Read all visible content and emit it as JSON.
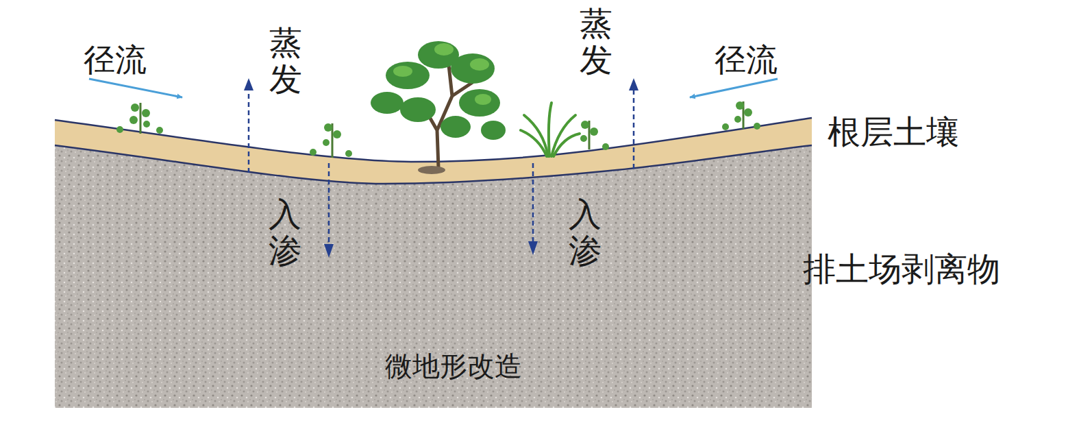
{
  "diagram": {
    "labels": [
      "径流",
      "蒸发",
      "蒸发",
      "径流",
      "根层土壤",
      "入渗",
      "入渗",
      "排土场剥离物",
      "微地形改造"
    ]
  }
}
